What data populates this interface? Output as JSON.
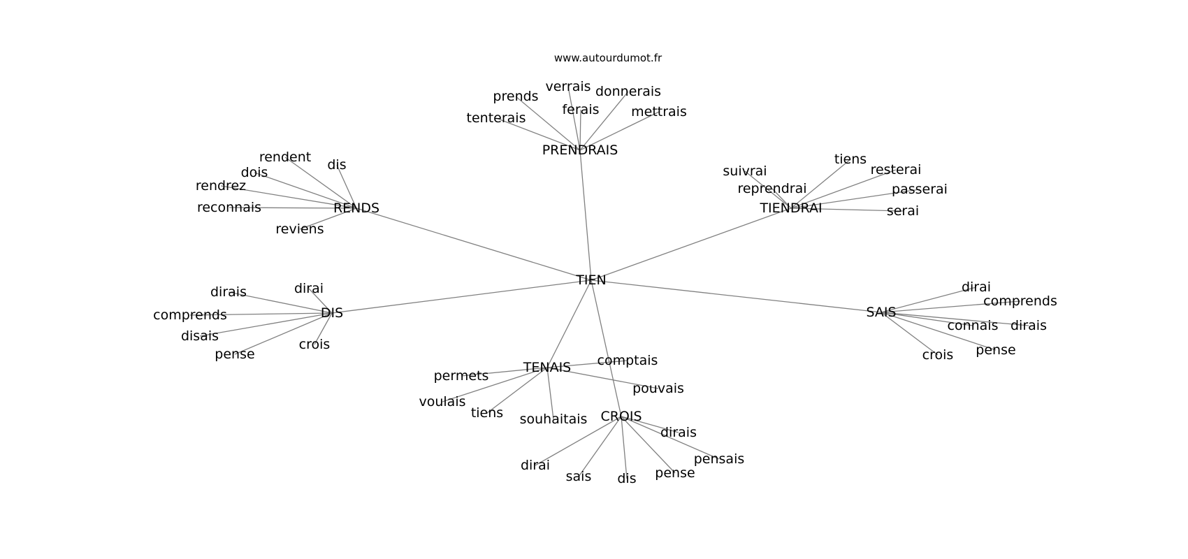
{
  "source": "www.autourdumot.fr",
  "center": {
    "id": "tien",
    "label": "TIEN"
  },
  "hubs": [
    {
      "id": "prendrais",
      "label": "PRENDRAIS",
      "leaves": [
        "prends",
        "verrais",
        "donnerais",
        "ferais",
        "tenterais",
        "mettrais"
      ]
    },
    {
      "id": "rends",
      "label": "RENDS",
      "leaves": [
        "rendent",
        "dis",
        "dois",
        "rendrez",
        "reconnais",
        "reviens"
      ]
    },
    {
      "id": "tiendrai",
      "label": "TIENDRAI",
      "leaves": [
        "suivrai",
        "tiens",
        "resterai",
        "reprendrai",
        "passerai",
        "serai"
      ]
    },
    {
      "id": "dis",
      "label": "DIS",
      "leaves": [
        "dirais",
        "dirai",
        "comprends",
        "disais",
        "pense",
        "crois"
      ]
    },
    {
      "id": "sais",
      "label": "SAIS",
      "leaves": [
        "dirai",
        "comprends",
        "connais",
        "dirais",
        "pense",
        "crois"
      ]
    },
    {
      "id": "tenais",
      "label": "TENAIS",
      "leaves": [
        "comptais",
        "permets",
        "pouvais",
        "voulais",
        "tiens",
        "souhaitais"
      ]
    },
    {
      "id": "crois",
      "label": "CROIS",
      "leaves": [
        "dirais",
        "pensais",
        "dirai",
        "sais",
        "dis",
        "pense"
      ]
    }
  ]
}
